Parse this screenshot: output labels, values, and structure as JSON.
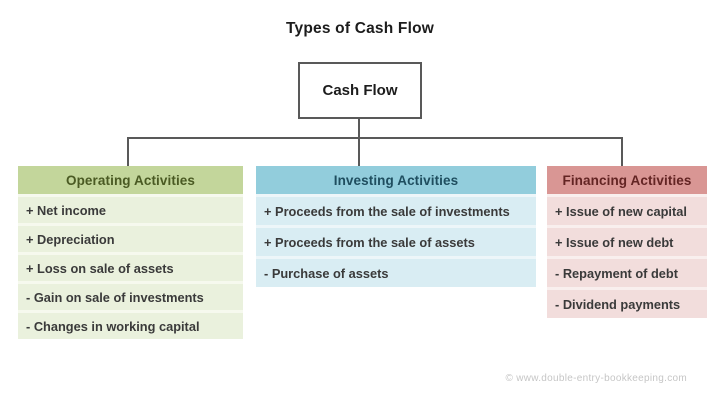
{
  "title": "Types of Cash Flow",
  "root": {
    "label": "Cash Flow"
  },
  "connector_color": "#595959",
  "columns": [
    {
      "id": "operating",
      "header": "Operating Activities",
      "header_bg": "#c3d69b",
      "header_color": "#4a5a23",
      "row_bg": "#eaf1dd",
      "row_separator": "#f6f9ee",
      "items": [
        "+ Net income",
        "+ Depreciation",
        "+ Loss on sale of assets",
        "- Gain on sale of investments",
        "- Changes in working capital"
      ]
    },
    {
      "id": "investing",
      "header": "Investing Activities",
      "header_bg": "#92cddc",
      "header_color": "#1f4e5f",
      "row_bg": "#d9edf3",
      "row_separator": "#edf6f9",
      "items": [
        "+ Proceeds from the sale of investments",
        "+ Proceeds from the sale of assets",
        "- Purchase of assets"
      ]
    },
    {
      "id": "financing",
      "header": "Financing Activities",
      "header_bg": "#d99694",
      "header_color": "#632423",
      "row_bg": "#f2dddc",
      "row_separator": "#f9efee",
      "items": [
        "+ Issue of new capital",
        "+ Issue of new debt",
        "- Repayment of debt",
        "- Dividend payments"
      ]
    }
  ],
  "footer": {
    "text": "© www.double-entry-bookkeeping.com"
  }
}
